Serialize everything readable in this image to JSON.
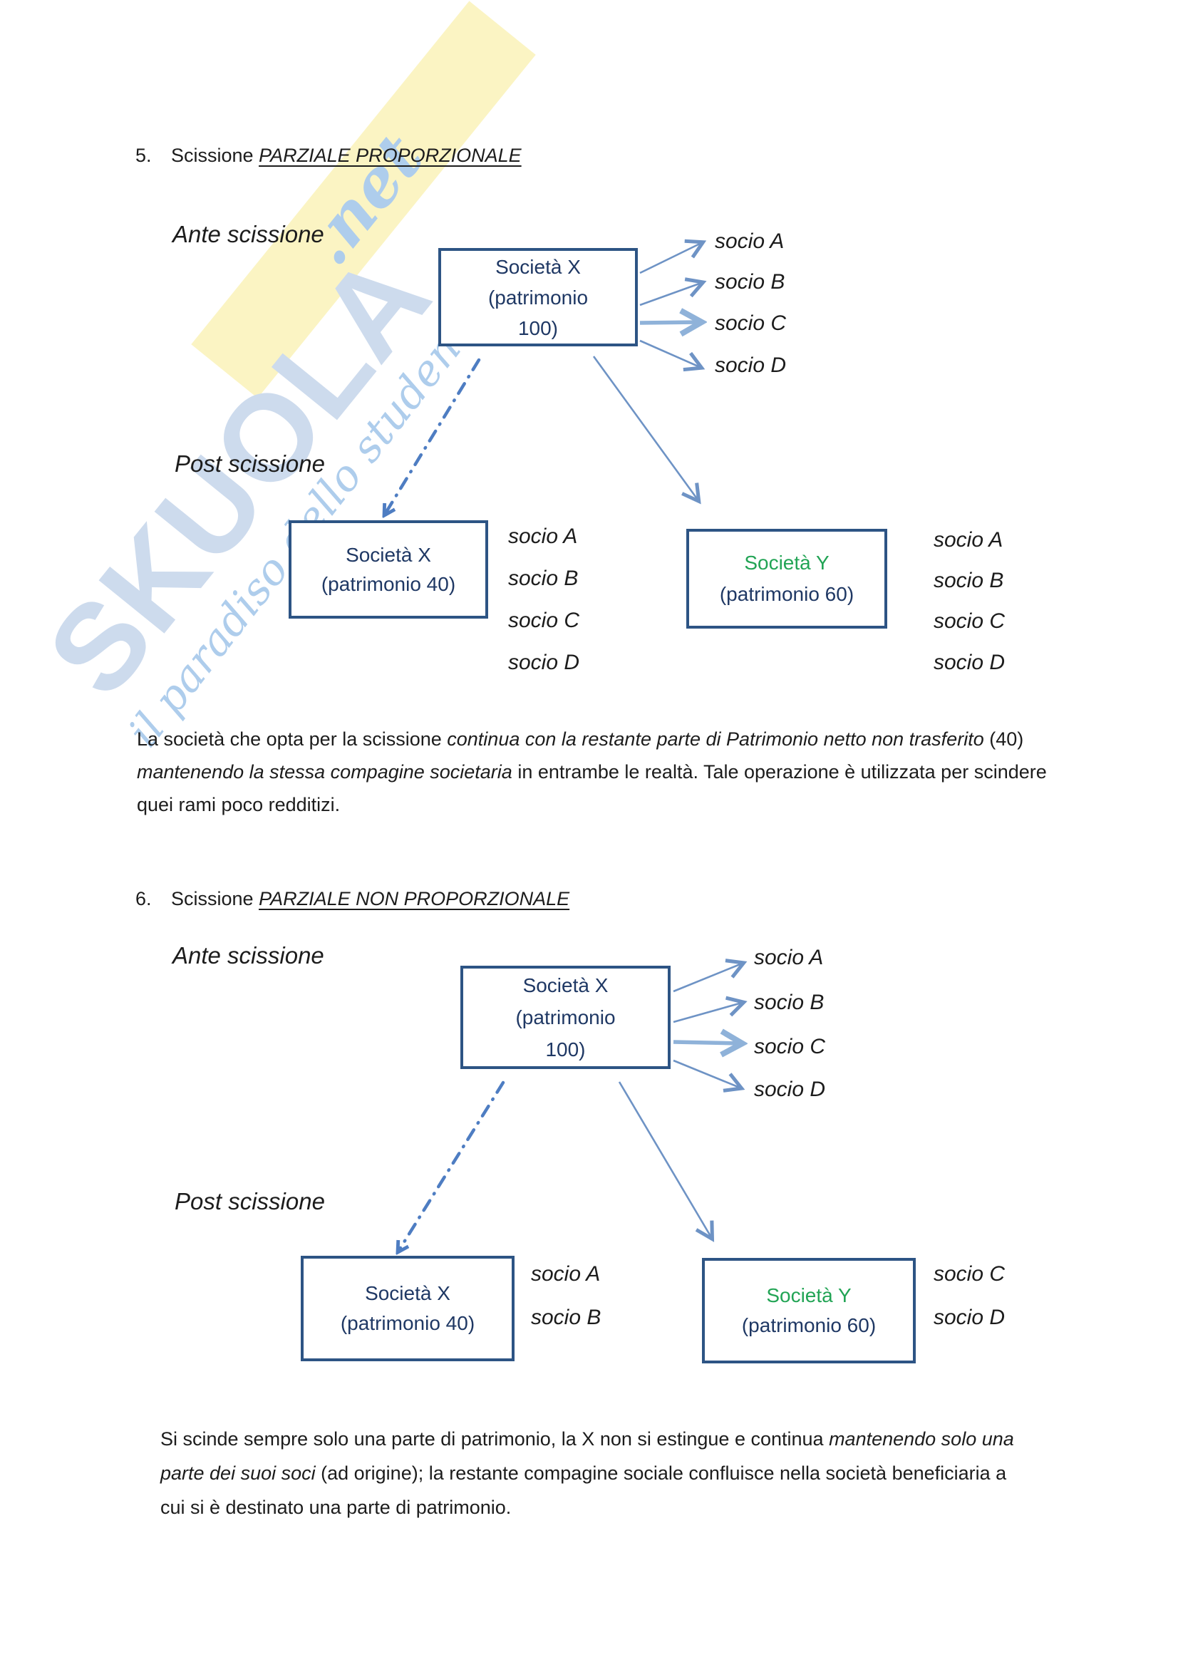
{
  "colors": {
    "navy": "#1f3864",
    "box_border": "#2d5484",
    "green": "#22a455",
    "arrow_blue": "#6e93c5",
    "arrow_light_blue": "#8fb2d9",
    "dash_blue": "#4e7dc2",
    "text": "#1c1c1c",
    "watermark_yellow": "#fbf4c3",
    "watermark_letters": "#cddbed",
    "watermark_script": "#aecdec"
  },
  "watermark": {
    "brand": "SKUOLA",
    "net": ".net",
    "tagline": "il paradiso dello studente"
  },
  "sections": [
    {
      "number": "5.",
      "title_plain": "Scissione ",
      "title_emph": "PARZIALE PROPORZIONALE",
      "ante_label": "Ante scissione",
      "post_label": "Post scissione",
      "box_ante": [
        "Società X",
        "(patrimonio",
        "100)"
      ],
      "socio_ante": [
        "socio A",
        "socio B",
        "socio C",
        "socio D"
      ],
      "box_post_x": [
        "Società X",
        "(patrimonio 40)"
      ],
      "socio_post_x": [
        "socio A",
        "socio B",
        "socio C",
        "socio D"
      ],
      "box_post_y": [
        "Società Y",
        "(patrimonio 60)"
      ],
      "socio_post_y": [
        "socio A",
        "socio B",
        "socio C",
        "socio D"
      ],
      "paragraph": [
        {
          "text": "La società che opta per la scissione ",
          "italic": false
        },
        {
          "text": "continua con la restante parte di Patrimonio netto non trasferito",
          "italic": true
        },
        {
          "text": " (40) ",
          "italic": false
        },
        {
          "text": "mantenendo la stessa  compagine societaria",
          "italic": true
        },
        {
          "text": " in entrambe le realtà. Tale operazione è utilizzata per scindere quei rami poco redditizi.",
          "italic": false
        }
      ]
    },
    {
      "number": "6.",
      "title_plain": "Scissione ",
      "title_emph": "PARZIALE NON PROPORZIONALE",
      "ante_label": "Ante scissione",
      "post_label": "Post scissione",
      "box_ante": [
        "Società X",
        "(patrimonio",
        "100)"
      ],
      "socio_ante": [
        "socio A",
        "socio B",
        "socio C",
        "socio D"
      ],
      "box_post_x": [
        "Società X",
        "(patrimonio 40)"
      ],
      "socio_post_x": [
        "socio A",
        "socio B"
      ],
      "box_post_y": [
        "Società Y",
        "(patrimonio 60)"
      ],
      "socio_post_y": [
        "socio C",
        "socio D"
      ],
      "paragraph": [
        {
          "text": "Si scinde sempre solo una parte di patrimonio, la X non si estingue e continua  ",
          "italic": false
        },
        {
          "text": "mantenendo solo una parte dei suoi soci",
          "italic": true
        },
        {
          "text": " (ad origine); la restante compagine sociale confluisce nella società beneficiaria a cui si è destinato una parte di patrimonio.",
          "italic": false
        }
      ]
    }
  ]
}
